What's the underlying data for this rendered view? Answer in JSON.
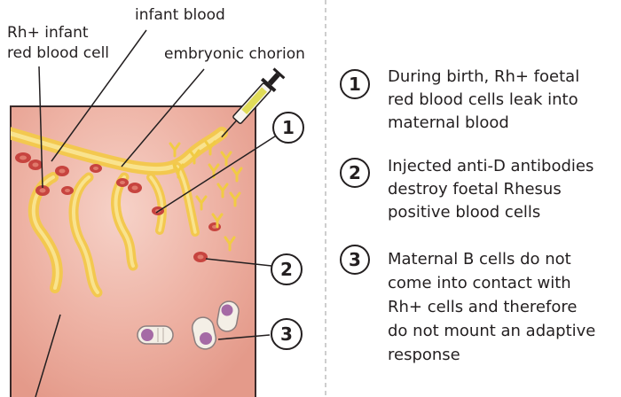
{
  "labels": {
    "rh_cell": [
      "Rh+ infant",
      "red blood cell"
    ],
    "infant_blood": "infant blood",
    "chorion": "embryonic chorion"
  },
  "markers": [
    "1",
    "2",
    "3"
  ],
  "steps": [
    {
      "number": "1",
      "lines": [
        "During birth, Rh+ foetal",
        "red blood cells leak into",
        "maternal blood"
      ]
    },
    {
      "number": "2",
      "lines": [
        "Injected anti-D antibodies",
        "destroy foetal Rhesus",
        "positive blood cells"
      ]
    },
    {
      "number": "3",
      "lines": [
        "Maternal B cells do not",
        "come into contact with",
        "Rh+ cells and therefore",
        "do not mount an adaptive",
        "response"
      ]
    }
  ],
  "colors": {
    "tissue": "#e9a495",
    "tissue_light": "#f3c6bb",
    "chorion": "#f3c84f",
    "chorion_light": "#f9e38e",
    "rbc": "#c7443f",
    "rbc_center": "#e07a6c",
    "antibody": "#f1cb44",
    "bcell_nucleus": "#a56aa5",
    "text": "#231f20",
    "divider": "#bdbdbd"
  }
}
